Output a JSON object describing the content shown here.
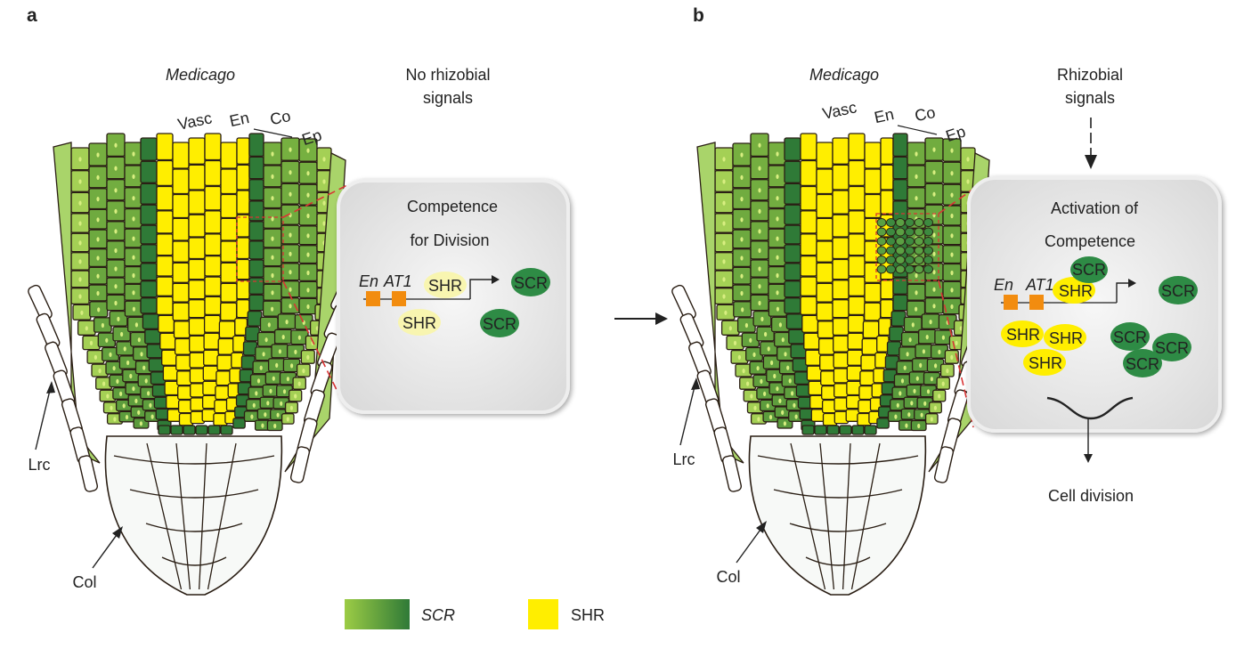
{
  "panels": [
    {
      "letter": "a",
      "species": "Medicago",
      "signal": [
        "No rhizobial",
        "signals"
      ],
      "tissue_labels": {
        "vasc": "Vasc",
        "en": "En",
        "co": "Co",
        "ep": "Ep",
        "lrc": "Lrc",
        "col": "Col"
      },
      "box": {
        "title": [
          "Competence",
          "for Division"
        ],
        "promoter": {
          "en": "En",
          "at1": "AT1"
        },
        "proteins": [
          {
            "text": "SHR",
            "kind": "shr-faint"
          },
          {
            "text": "SCR",
            "kind": "scr"
          },
          {
            "text": "SHR",
            "kind": "shr-faint"
          },
          {
            "text": "SCR",
            "kind": "scr"
          }
        ]
      }
    },
    {
      "letter": "b",
      "species": "Medicago",
      "signal": [
        "Rhizobial",
        "signals"
      ],
      "tissue_labels": {
        "vasc": "Vasc",
        "en": "En",
        "co": "Co",
        "ep": "Ep",
        "lrc": "Lrc",
        "col": "Col"
      },
      "box": {
        "title": [
          "Activation of",
          "Competence"
        ],
        "promoter": {
          "en": "En",
          "at1": "AT1"
        },
        "proteins": [
          {
            "text": "SCR",
            "kind": "scr"
          },
          {
            "text": "SHR",
            "kind": "shr"
          },
          {
            "text": "SCR",
            "kind": "scr"
          },
          {
            "text": "SHR",
            "kind": "shr"
          },
          {
            "text": "SHR",
            "kind": "shr"
          },
          {
            "text": "SHR",
            "kind": "shr"
          },
          {
            "text": "SCR",
            "kind": "scr"
          },
          {
            "text": "SCR",
            "kind": "scr"
          },
          {
            "text": "SCR",
            "kind": "scr"
          }
        ],
        "outcome": "Cell division"
      }
    }
  ],
  "legend": [
    {
      "label": "SCR",
      "italic": true
    },
    {
      "label": "SHR",
      "italic": false
    }
  ],
  "colors": {
    "scr_light": "#9ccc45",
    "scr_dark": "#2f7a37",
    "shr": "#ffee00",
    "promoter_box": "#f28c0f",
    "scr_protein": "#2e8b45",
    "shr_faint": "#f8f5b0",
    "panel_box": "#e6e6e6",
    "zoom_line": "#d93434"
  }
}
